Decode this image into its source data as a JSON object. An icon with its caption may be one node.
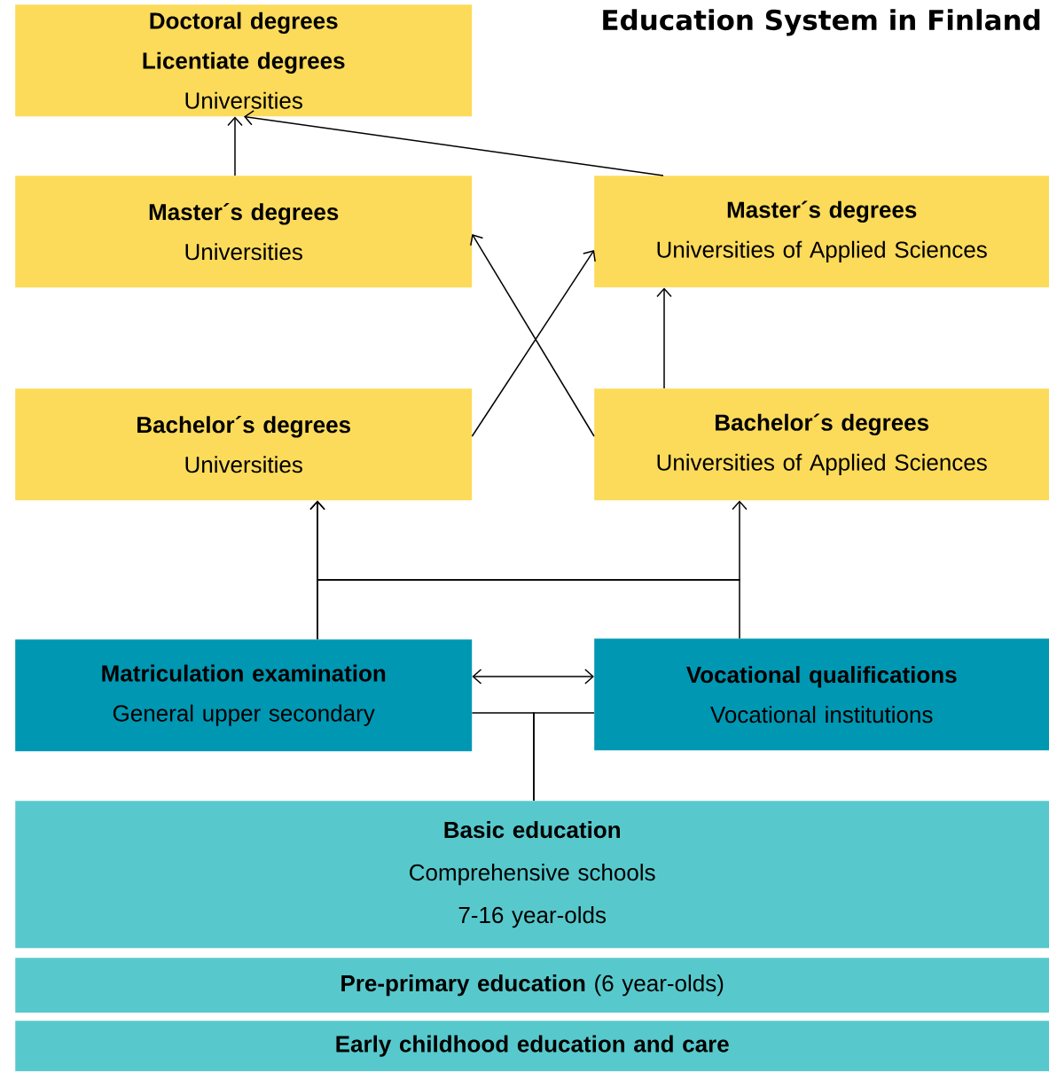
{
  "diagram": {
    "title": "Education System in Finland",
    "nodes": [
      {
        "text": [
          "Doctoral degrees",
          "Licentiate degrees",
          "Universities"
        ]
      },
      {
        "text": [
          "Master´s degrees",
          "Universities"
        ]
      },
      {
        "text": [
          "Master´s degrees",
          "Universities of Applied Sciences"
        ]
      },
      {
        "text": [
          "Bachelor´s degrees",
          "Universities"
        ]
      },
      {
        "text": [
          "Bachelor´s degrees",
          "Universities of Applied Sciences"
        ]
      },
      {
        "text": [
          "Matriculation examination",
          "General upper secondary"
        ]
      },
      {
        "text": [
          "Vocational qualifications",
          "Vocational institutions"
        ]
      },
      {
        "text": [
          "Basic education",
          "Comprehensive schools",
          "7-16 year-olds"
        ]
      },
      {
        "text": [
          "**Pre-primary education** (6 year-olds)"
        ]
      },
      {
        "text": [
          "Early childhood education and care"
        ]
      }
    ],
    "edges": [
      {
        "from": 1,
        "to": 0,
        "arrow": "to"
      },
      {
        "from": 2,
        "to": 0,
        "arrow": "to"
      },
      {
        "from": 3,
        "to": 2,
        "arrow": "to"
      },
      {
        "from": 4,
        "to": 1,
        "arrow": "to"
      },
      {
        "from": 4,
        "to": 2,
        "arrow": "to"
      },
      {
        "from": 5,
        "to": 3,
        "arrow": "to"
      },
      {
        "from": 5,
        "to": 4,
        "arrow": "to"
      },
      {
        "from": 6,
        "to": 3,
        "arrow": "to"
      },
      {
        "from": 5,
        "to": 6,
        "arrow": "both"
      },
      {
        "from": 7,
        "to": 5,
        "arrow": "none"
      },
      {
        "from": 7,
        "to": 6,
        "arrow": "none"
      }
    ]
  }
}
